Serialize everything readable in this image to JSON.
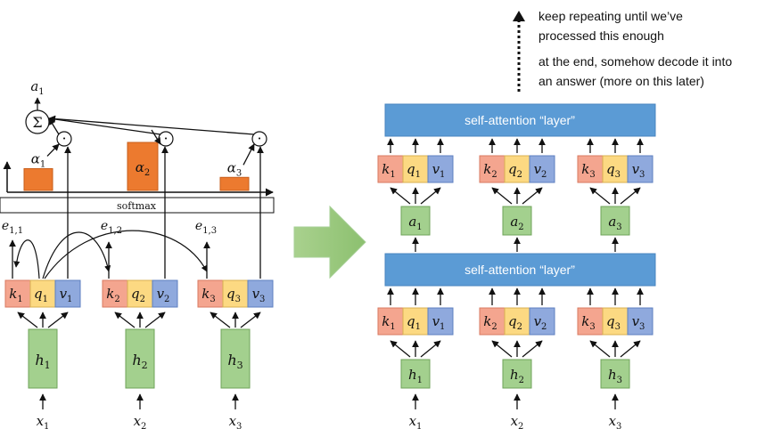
{
  "notes": {
    "line1": "keep repeating until we’ve",
    "line2": "processed this enough",
    "line3": "at the end, somehow decode it into",
    "line4": "an answer (more on this later)"
  },
  "layer_label": "self-attention “layer”",
  "softmax_label": "softmax",
  "sum_symbol": "Σ",
  "dot_symbol": "·",
  "left": {
    "output": {
      "base": "a",
      "sub": "1"
    },
    "alphas": [
      {
        "base": "α",
        "sub": "1",
        "value": 0.25
      },
      {
        "base": "α",
        "sub": "2",
        "value": 0.55
      },
      {
        "base": "α",
        "sub": "3",
        "value": 0.15
      }
    ],
    "scores": [
      {
        "base": "e",
        "sub": "1,1"
      },
      {
        "base": "e",
        "sub": "1,2"
      },
      {
        "base": "e",
        "sub": "1,3"
      }
    ],
    "tokens": [
      {
        "k": "k",
        "q": "q",
        "v": "v",
        "h": "h",
        "x": "x",
        "sub": "1"
      },
      {
        "k": "k",
        "q": "q",
        "v": "v",
        "h": "h",
        "x": "x",
        "sub": "2"
      },
      {
        "k": "k",
        "q": "q",
        "v": "v",
        "h": "h",
        "x": "x",
        "sub": "3"
      }
    ]
  },
  "right": {
    "top_tokens": [
      {
        "k": "k",
        "q": "q",
        "v": "v",
        "a": "a",
        "sub": "1"
      },
      {
        "k": "k",
        "q": "q",
        "v": "v",
        "a": "a",
        "sub": "2"
      },
      {
        "k": "k",
        "q": "q",
        "v": "v",
        "a": "a",
        "sub": "3"
      }
    ],
    "bottom_tokens": [
      {
        "k": "k",
        "q": "q",
        "v": "v",
        "h": "h",
        "x": "x",
        "sub": "1"
      },
      {
        "k": "k",
        "q": "q",
        "v": "v",
        "h": "h",
        "x": "x",
        "sub": "2"
      },
      {
        "k": "k",
        "q": "q",
        "v": "v",
        "h": "h",
        "x": "x",
        "sub": "3"
      }
    ]
  },
  "colors": {
    "key": "#f4a58f",
    "query": "#fcd982",
    "value": "#8fa9dd",
    "hidden": "#a3d08e",
    "alpha_bar": "#ec7a2f",
    "layer": "#5b9bd5",
    "big_arrow": "#93c47d"
  }
}
